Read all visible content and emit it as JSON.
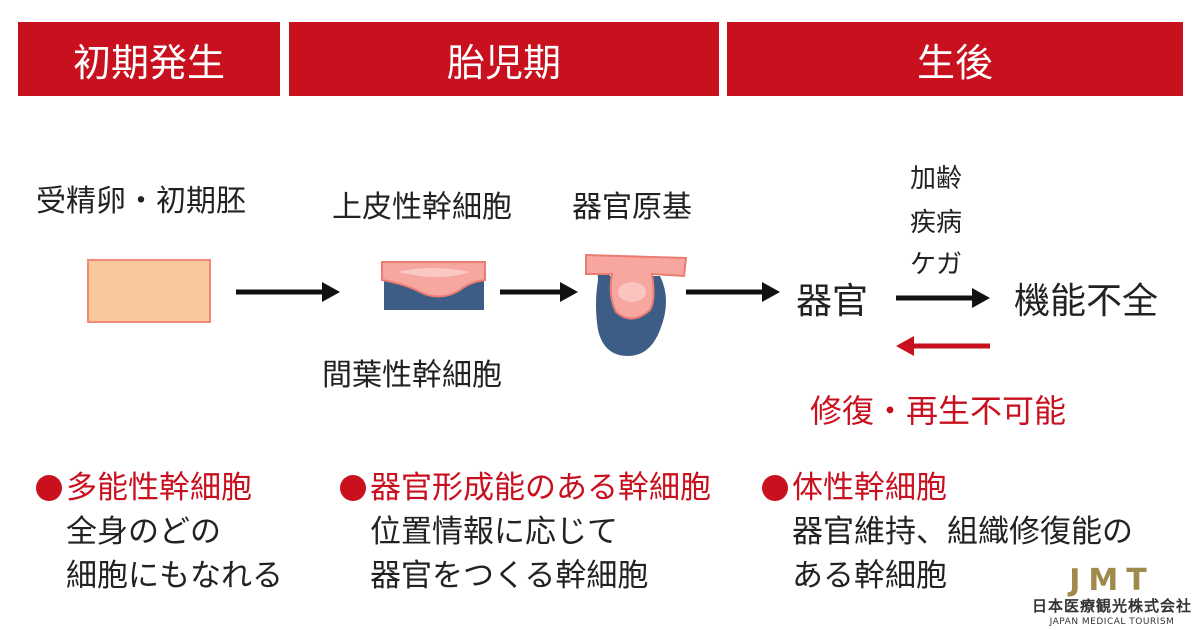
{
  "header": {
    "stage1": "初期発生",
    "stage2": "胎児期",
    "stage3": "生後"
  },
  "diagram": {
    "fertilized_egg": "受精卵・初期胚",
    "epithelial_stem": "上皮性幹細胞",
    "mesenchymal_stem": "間葉性幹細胞",
    "organ_primordium": "器官原基",
    "organ": "器官",
    "factor1": "加齢",
    "factor2": "疾病",
    "factor3": "ケガ",
    "dysfunction": "機能不全",
    "no_regeneration": "修復・再生不可能"
  },
  "columns": [
    {
      "title": "多能性幹細胞",
      "line1": "全身のどの",
      "line2": "細胞にもなれる"
    },
    {
      "title": "器官形成能のある幹細胞",
      "line1": "位置情報に応じて",
      "line2": "器官をつくる幹細胞"
    },
    {
      "title": "体性幹細胞",
      "line1": "器官維持、組織修復能の",
      "line2": "ある幹細胞"
    }
  ],
  "logo": {
    "mark": "JMT",
    "company_jp": "日本医療観光株式会社",
    "company_en": "JAPAN MEDICAL TOURISM"
  },
  "colors": {
    "accent_red": "#c8101f",
    "peach": "#f9c99d",
    "navy": "#3d5c86",
    "gold": "#a08a4a"
  }
}
